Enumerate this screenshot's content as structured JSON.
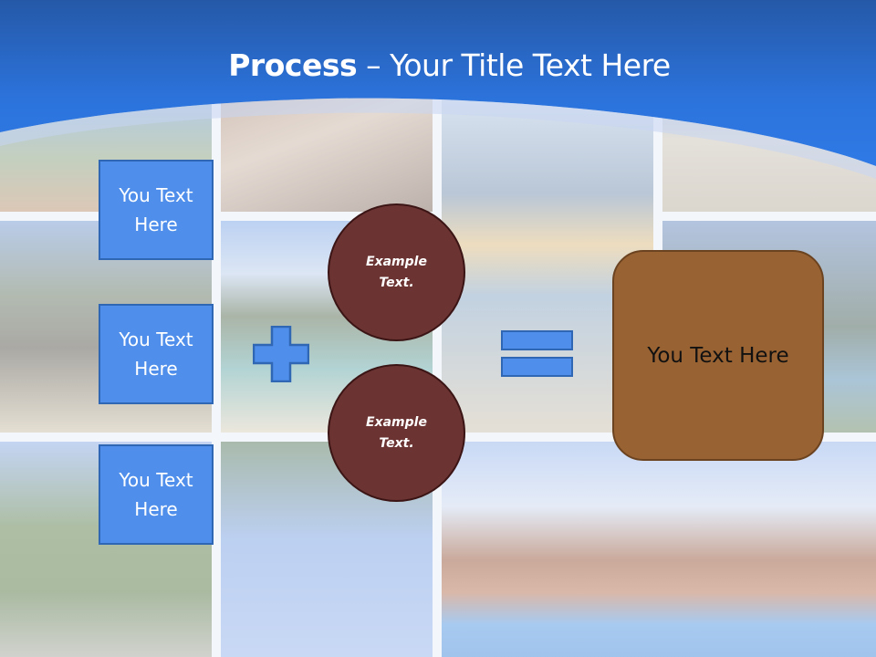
{
  "slide": {
    "title_bold": "Process",
    "title_rest": " – Your Title Text Here"
  },
  "inputs": [
    {
      "label": "You Text Here"
    },
    {
      "label": "You Text Here"
    },
    {
      "label": "You Text Here"
    }
  ],
  "operators": {
    "plus_icon": "plus-icon",
    "equals_icon": "equals-icon"
  },
  "circles": [
    {
      "label": "Example Text."
    },
    {
      "label": "Example Text."
    }
  ],
  "result": {
    "label": "You Text Here"
  },
  "colors": {
    "header_blue": "#2c6fd6",
    "box_blue": "#4f8feb",
    "box_border": "#2f67b5",
    "circle_fill": "#6b3331",
    "result_fill": "#996232"
  },
  "background": {
    "description": "washed-out tropical photo collage grid"
  }
}
